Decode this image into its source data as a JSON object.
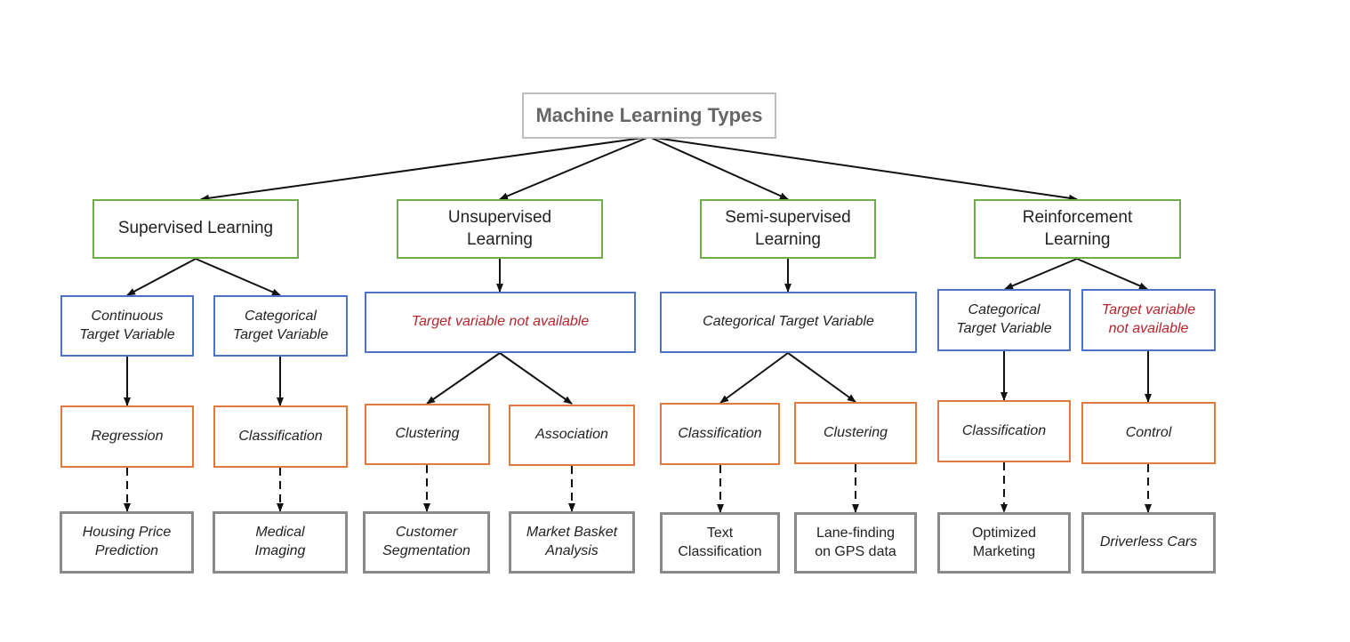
{
  "title": "Machine Learning Types",
  "categories": [
    {
      "label": "Supervised Learning"
    },
    {
      "label": "Unsupervised\nLearning"
    },
    {
      "label": "Semi-supervised\nLearning"
    },
    {
      "label": "Reinforcement\nLearning"
    }
  ],
  "targets": [
    {
      "label": "Continuous\nTarget Variable",
      "available": true
    },
    {
      "label": "Categorical\nTarget Variable",
      "available": true
    },
    {
      "label": "Target variable not available",
      "available": false
    },
    {
      "label": "Categorical Target Variable",
      "available": true
    },
    {
      "label": "Categorical\nTarget Variable",
      "available": true
    },
    {
      "label": "Target variable\nnot available",
      "available": false
    }
  ],
  "algorithms": [
    {
      "label": "Regression"
    },
    {
      "label": "Classification"
    },
    {
      "label": "Clustering"
    },
    {
      "label": "Association"
    },
    {
      "label": "Classification"
    },
    {
      "label": "Clustering"
    },
    {
      "label": "Classification"
    },
    {
      "label": "Control"
    }
  ],
  "applications": [
    {
      "label": "Housing Price\nPrediction"
    },
    {
      "label": "Medical\nImaging"
    },
    {
      "label": "Customer\nSegmentation"
    },
    {
      "label": "Market Basket\nAnalysis"
    },
    {
      "label": "Text\nClassification"
    },
    {
      "label": "Lane-finding\non GPS data"
    },
    {
      "label": "Optimized\nMarketing"
    },
    {
      "label": "Driverless Cars"
    }
  ],
  "colors": {
    "root_border": "#bdbdbd",
    "category_border": "#6fae4a",
    "target_border": "#4c73c8",
    "target_not_available_text": "#b3262e",
    "algorithm_border": "#e07a3e",
    "application_border": "#8a8a8a",
    "connector": "#111111"
  }
}
